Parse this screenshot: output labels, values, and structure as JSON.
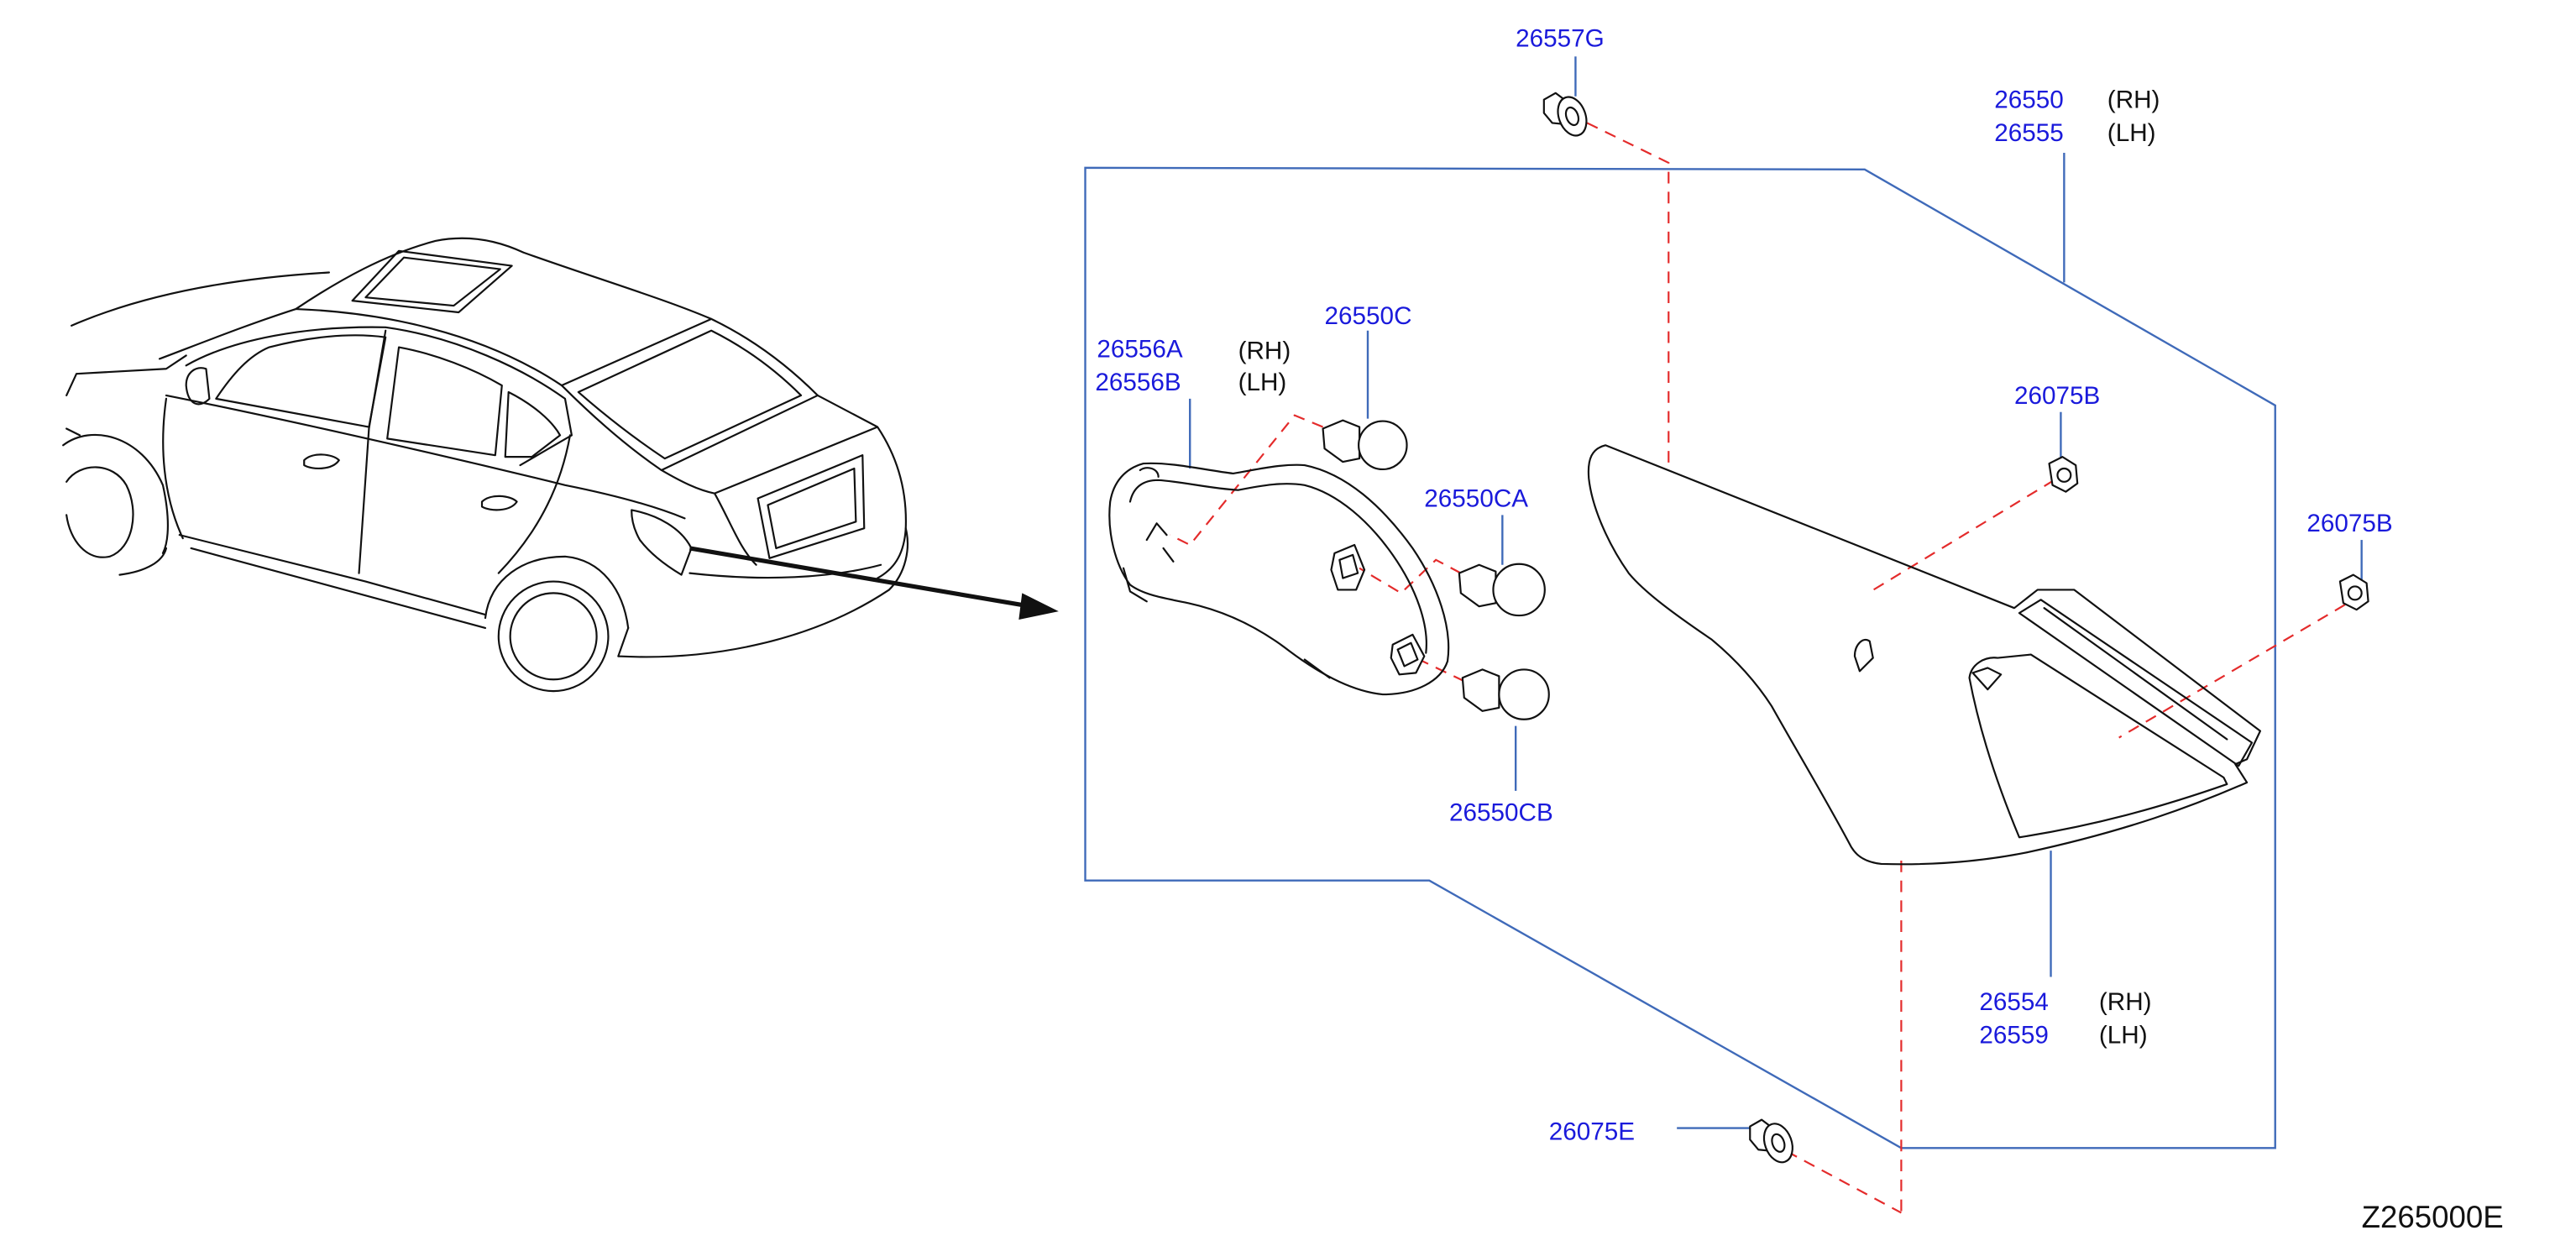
{
  "diagram_code": "Z265000E",
  "callouts": [
    {
      "lines": [
        {
          "number": "26557G"
        }
      ]
    },
    {
      "lines": [
        {
          "number": "26550",
          "side": "(RH)"
        },
        {
          "number": "26555",
          "side": "(LH)"
        }
      ]
    },
    {
      "lines": [
        {
          "number": "26556A",
          "side": "(RH)"
        },
        {
          "number": "26556B",
          "side": "(LH)"
        }
      ]
    },
    {
      "lines": [
        {
          "number": "26550C"
        }
      ]
    },
    {
      "lines": [
        {
          "number": "26550CA"
        }
      ]
    },
    {
      "lines": [
        {
          "number": "26550CB"
        }
      ]
    },
    {
      "lines": [
        {
          "number": "26075B"
        }
      ]
    },
    {
      "lines": [
        {
          "number": "26075B"
        }
      ]
    },
    {
      "lines": [
        {
          "number": "26554",
          "side": "(RH)"
        },
        {
          "number": "26559",
          "side": "(LH)"
        }
      ]
    },
    {
      "lines": [
        {
          "number": "26075E"
        }
      ]
    }
  ],
  "colors": {
    "callout_text": "#1a1adb",
    "side_text": "#111111",
    "frame_line": "#3f6ab9",
    "guide_dash": "#e42b2b",
    "drawing_line": "#111111"
  }
}
